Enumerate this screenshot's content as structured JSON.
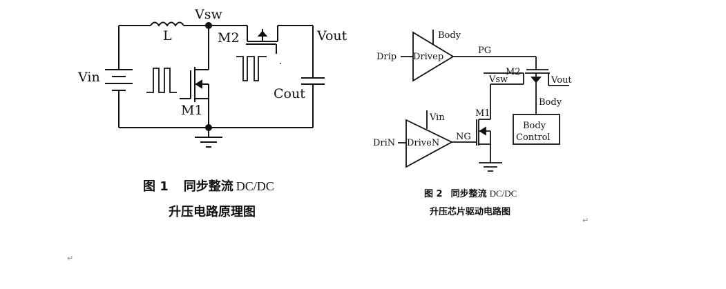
{
  "figure1": {
    "labels": {
      "vsw": "Vsw",
      "inductor": "L",
      "m2": "M2",
      "vout": "Vout",
      "vin": "Vin",
      "cout": "Cout",
      "m1": "M1"
    },
    "caption": {
      "number": "图 1",
      "title_cn": "同步整流",
      "title_en": "DC/DC",
      "line2": "升压电路原理图"
    }
  },
  "figure2": {
    "labels": {
      "body_top": "Body",
      "drip": "Drip",
      "drivep": "Drivep",
      "pg": "PG",
      "m2": "M2",
      "vsw": "Vsw",
      "vout": "Vout",
      "body_mid": "Body",
      "vin": "Vin",
      "m1": "M1",
      "ng": "NG",
      "drin": "DriN",
      "driven": "DriveN",
      "body_control_1": "Body",
      "body_control_2": "Control"
    },
    "caption": {
      "number": "图 2",
      "title_cn": "同步整流",
      "title_en": "DC/DC",
      "line2": "升压芯片驱动电路图"
    }
  },
  "paragraph_marks": [
    "↵",
    "↵"
  ],
  "colors": {
    "ink": "#111111",
    "background": "#ffffff",
    "mark": "#888888"
  }
}
